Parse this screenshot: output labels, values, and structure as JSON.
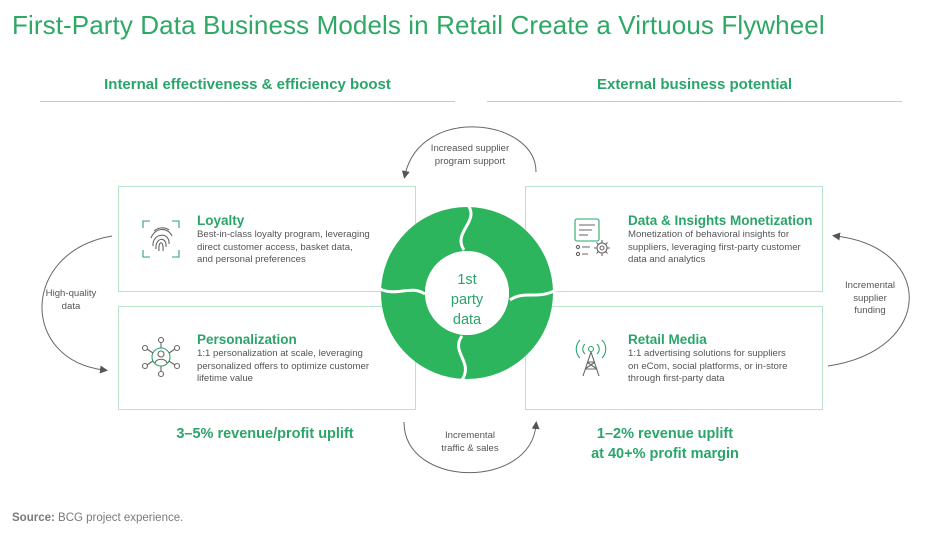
{
  "title": "First-Party Data Business Models in Retail Create a Virtuous Flywheel",
  "sections": {
    "internal": "Internal effectiveness & efficiency boost",
    "external": "External business potential"
  },
  "cards": {
    "loyalty": {
      "title": "Loyalty",
      "body": "Best-in-class loyalty program, leveraging\ndirect customer access, basket data,\nand personal preferences",
      "icon": "fingerprint-icon"
    },
    "personalization": {
      "title": "Personalization",
      "body": "1:1 personalization at scale, leveraging\npersonalized offers to optimize customer\nlifetime value",
      "icon": "network-person-icon"
    },
    "data_insights": {
      "title": "Data & Insights Monetization",
      "body": "Monetization of behavioral insights for\nsuppliers, leveraging first-party customer\ndata and analytics",
      "icon": "data-gear-icon"
    },
    "retail_media": {
      "title": "Retail Media",
      "body": "1:1 advertising solutions for suppliers\non eCom, social platforms, or in-store\nthrough first-party data",
      "icon": "broadcast-tower-icon"
    }
  },
  "center": "1st\nparty\ndata",
  "flows": {
    "top": "Increased supplier\nprogram support",
    "left": "High-quality\ndata",
    "right": "Incremental\nsupplier\nfunding",
    "bottom": "Incremental\ntraffic & sales"
  },
  "uplifts": {
    "internal": "3–5% revenue/profit uplift",
    "external": "1–2% revenue uplift\nat 40+% profit margin"
  },
  "source": {
    "label": "Source:",
    "text": "BCG project experience."
  },
  "colors": {
    "accent": "#2aa56a",
    "ring": "#2db55d",
    "box_border": "#b9e2cb"
  }
}
